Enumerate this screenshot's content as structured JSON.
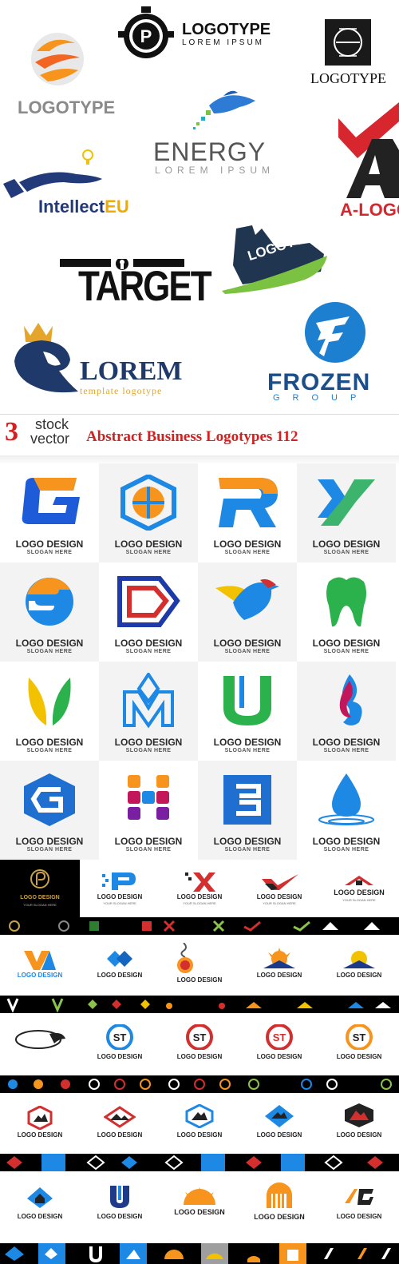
{
  "header": {
    "logo1": {
      "title": "LOGOTYPE"
    },
    "logo2": {
      "title": "LOGOTYPE",
      "subtitle": "LOREM IPSUM"
    },
    "logo3": {
      "title": "LOGOTYPE"
    },
    "logo4": {
      "title": "ENERGY",
      "subtitle": "LOREM IPSUM"
    },
    "logo5": {
      "title_a": "Intellect",
      "title_b": "EU"
    },
    "logo6": {
      "title": "A-LOGO"
    },
    "logo7": {
      "title": "TARGET"
    },
    "logo8": {
      "title": "LOGOTYPE"
    },
    "logo9": {
      "title": "LOREM",
      "subtitle": "template logotype"
    },
    "logo10": {
      "title": "FROZEN",
      "subtitle": "GROUP"
    }
  },
  "banner": {
    "number": "3",
    "brand_top": "stock",
    "brand_bottom": "vector",
    "title": "Abstract Business Logotypes 112"
  },
  "grid": {
    "title": "LOGO DESIGN",
    "subtitle": "SLOGAN HERE",
    "tiles": [
      {
        "icon": "letter-g-icon"
      },
      {
        "icon": "hexagon-ball-icon"
      },
      {
        "icon": "letter-r-icon"
      },
      {
        "icon": "letter-x-icon"
      },
      {
        "icon": "letter-s-icon"
      },
      {
        "icon": "letter-d-icon"
      },
      {
        "icon": "bird-icon"
      },
      {
        "icon": "tooth-icon"
      },
      {
        "icon": "leaf-u-icon"
      },
      {
        "icon": "letter-m-icon"
      },
      {
        "icon": "letter-u-icon"
      },
      {
        "icon": "flame-icon"
      },
      {
        "icon": "hexagon-g-icon"
      },
      {
        "icon": "cross-squares-icon"
      },
      {
        "icon": "letter-b-icon"
      },
      {
        "icon": "water-drop-icon"
      }
    ]
  },
  "sets": {
    "title": "LOGO DESIGN",
    "subtitle": "YOUR SLOGAN HERE",
    "colors": {
      "blue": "#1e88e5",
      "red": "#d32f2f",
      "orange": "#f57c00",
      "dark": "#1b1b1b"
    }
  }
}
